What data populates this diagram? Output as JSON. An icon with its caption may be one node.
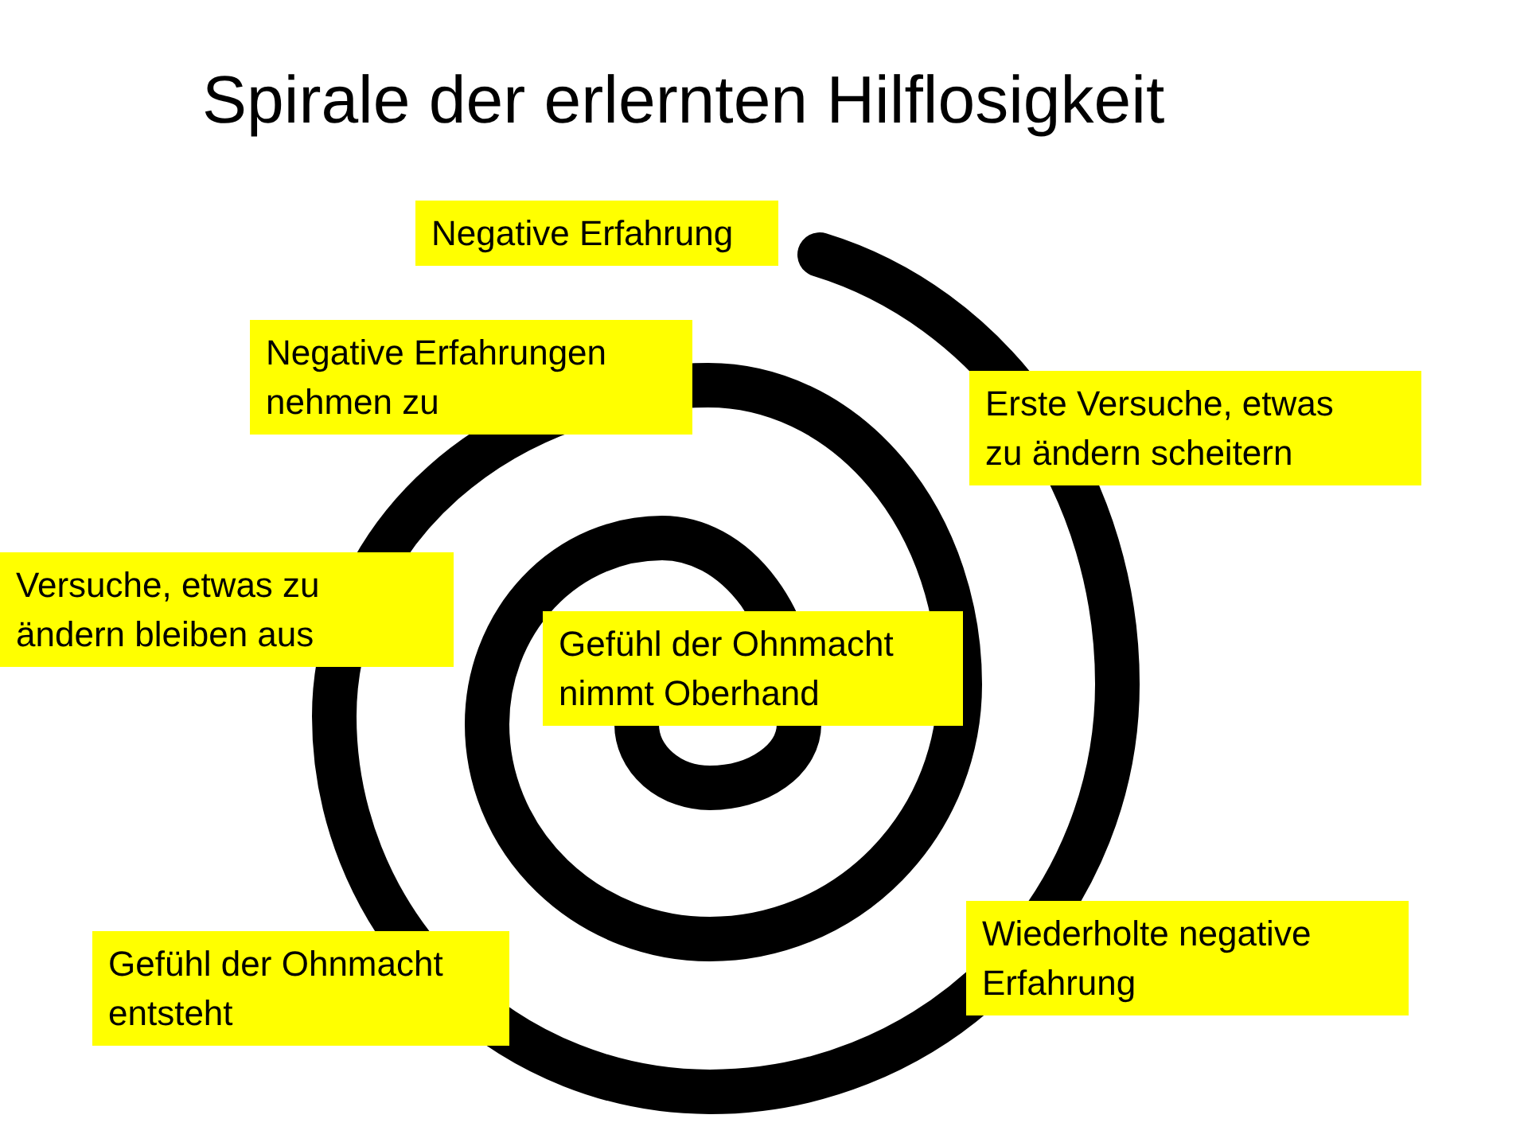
{
  "diagram": {
    "title": "Spirale der erlernten Hilflosigkeit",
    "nodes": [
      {
        "text": [
          "Negative Erfahrung"
        ]
      },
      {
        "text": [
          "Erste Versuche, etwas zu ändern scheitern"
        ]
      },
      {
        "text": [
          "Wiederholte negative Erfahrung"
        ]
      },
      {
        "text": [
          "Gefühl der Ohnmacht entsteht"
        ]
      },
      {
        "text": [
          "Versuche, etwas zu ändern bleiben aus"
        ]
      },
      {
        "text": [
          "Negative Erfahrungen nehmen zu"
        ]
      },
      {
        "text": [
          "Gefühl der Ohnmacht nimmt Oberhand"
        ]
      }
    ]
  }
}
